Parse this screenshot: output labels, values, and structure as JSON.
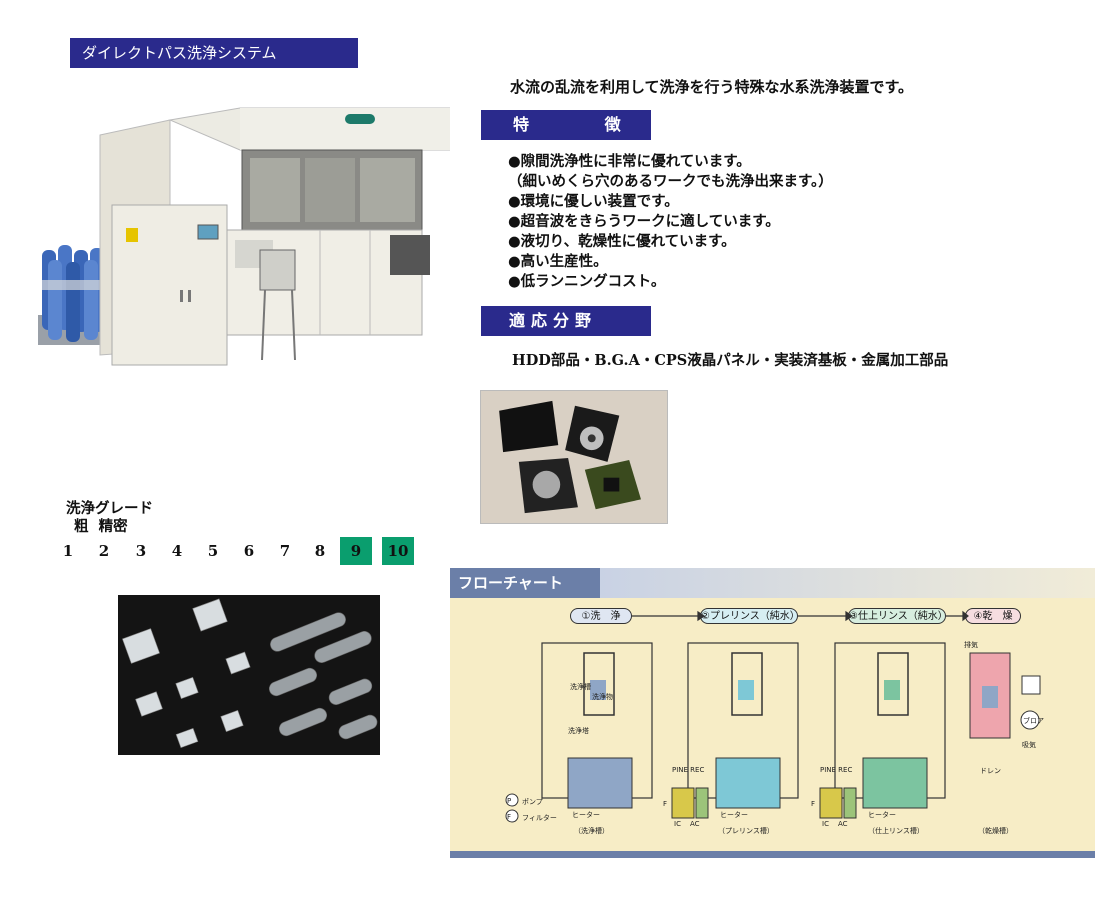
{
  "title": "ダイレクトパス洗浄システム",
  "intro": "水流の乱流を利用して洗浄を行う特殊な水系洗浄装置です。",
  "features_heading": [
    "特",
    "徴"
  ],
  "features": [
    "●隙間洗浄性に非常に優れています。",
    "（細いめくら穴のあるワークでも洗浄出来ます。）",
    "●環境に優しい装置です。",
    "●超音波をきらうワークに適しています。",
    "●液切り、乾燥性に優れています。",
    "●高い生産性。",
    "●低ランニングコスト。"
  ],
  "applications_heading": "適応分野",
  "applications": "HDD部品・B.G.A・CPS液晶パネル・実装済基板・金属加工部品",
  "grade": {
    "label": "洗浄グレード",
    "scale": "粗  精密",
    "numbers": [
      "1",
      "2",
      "3",
      "4",
      "5",
      "6",
      "7",
      "8",
      "9",
      "10"
    ],
    "highlighted": [
      "9",
      "10"
    ],
    "highlight_color": "#0a9e6e"
  },
  "flowchart": {
    "title": "フローチャート",
    "stages": [
      "①洗　浄",
      "②プレリンス（純水）",
      "③仕上リンス（純水）",
      "④乾　燥"
    ],
    "tank_captions": [
      "（洗浄槽）",
      "（プレリンス槽）",
      "（仕上リンス槽）",
      "（乾燥槽）"
    ],
    "labels": {
      "cleaning_tank": "洗浄槽",
      "cleaning_object": "洗浄物",
      "cleaning_tower": "洗浄塔",
      "heater": "ヒーター",
      "pine_rec": "PINE REC",
      "f": "F",
      "ic": "IC",
      "ac": "AC",
      "exhaust": "排気",
      "drain": "ドレン",
      "blower": "ブロア",
      "intake": "吸気"
    },
    "legend": [
      {
        "symbol": "P",
        "text": "ポンプ"
      },
      {
        "symbol": "F",
        "text": "フィルター"
      }
    ],
    "colors": {
      "tank1": "#8fa6c6",
      "tank2": "#7ec8d6",
      "tank3": "#7cc4a0",
      "dryer": "#eea5ad",
      "background": "#f7edc6",
      "header": "#6b7fa8"
    }
  },
  "colors": {
    "heading_bar": "#2a2a8c",
    "grade_highlight": "#0a9e6e"
  }
}
